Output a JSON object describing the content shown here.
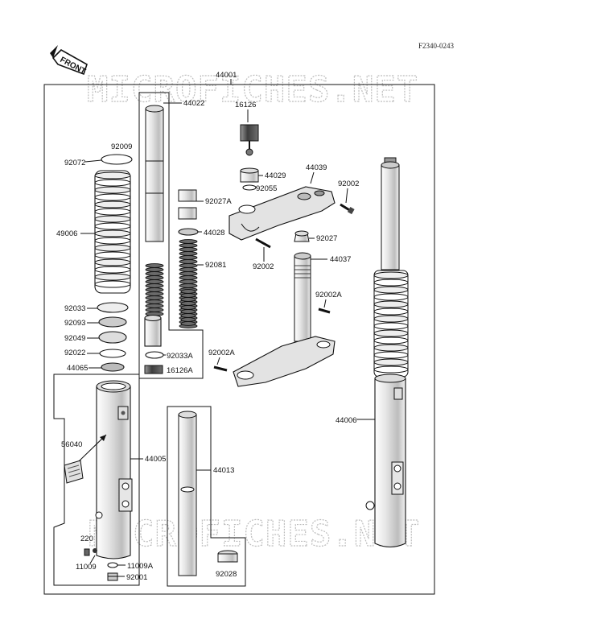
{
  "drawing_code": "F2340-0243",
  "watermark": "MICROFICHES.NET",
  "front_label": "FRONT",
  "callouts": {
    "p44001": "44001",
    "p44022": "44022",
    "p16126": "16126",
    "p92009": "92009",
    "p92072": "92072",
    "p44029": "44029",
    "p44039": "44039",
    "p92002_top": "92002",
    "p92055": "92055",
    "p92027A": "92027A",
    "p49006": "49006",
    "p44028": "44028",
    "p92027": "92027",
    "p92002_mid": "92002",
    "p92081": "92081",
    "p44037": "44037",
    "p92002A_right": "92002A",
    "p92033": "92033",
    "p92093": "92093",
    "p92049": "92049",
    "p92022": "92022",
    "p92033A": "92033A",
    "p92002A_left": "92002A",
    "p44065": "44065",
    "p16126A": "16126A",
    "p44006": "44006",
    "p56040": "56040",
    "p44005": "44005",
    "p44013": "44013",
    "p220": "220",
    "p11009": "11009",
    "p11009A": "11009A",
    "p92001": "92001",
    "p92028": "92028"
  }
}
